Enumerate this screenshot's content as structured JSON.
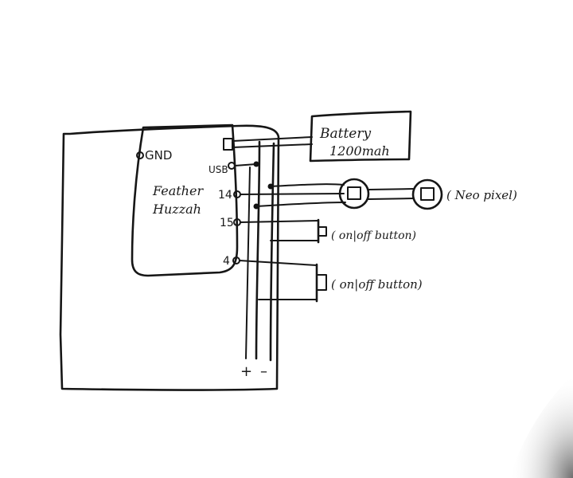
{
  "colors": {
    "paper": "#ffffff",
    "ink": "#161616",
    "shadow": "#5c5c5c"
  },
  "labels": {
    "gnd": "GND",
    "usb": "USB",
    "board_line1": "Feather",
    "board_line2": "Huzzah",
    "pin14": "14",
    "pin15": "15",
    "pin4": "4",
    "battery_line1": "Battery",
    "battery_line2": "1200mah",
    "neopixel": "( Neo pixel)",
    "button1": "( on|off button)",
    "button2": "( on|off button)",
    "rail_plus": "+",
    "rail_minus": "–"
  }
}
